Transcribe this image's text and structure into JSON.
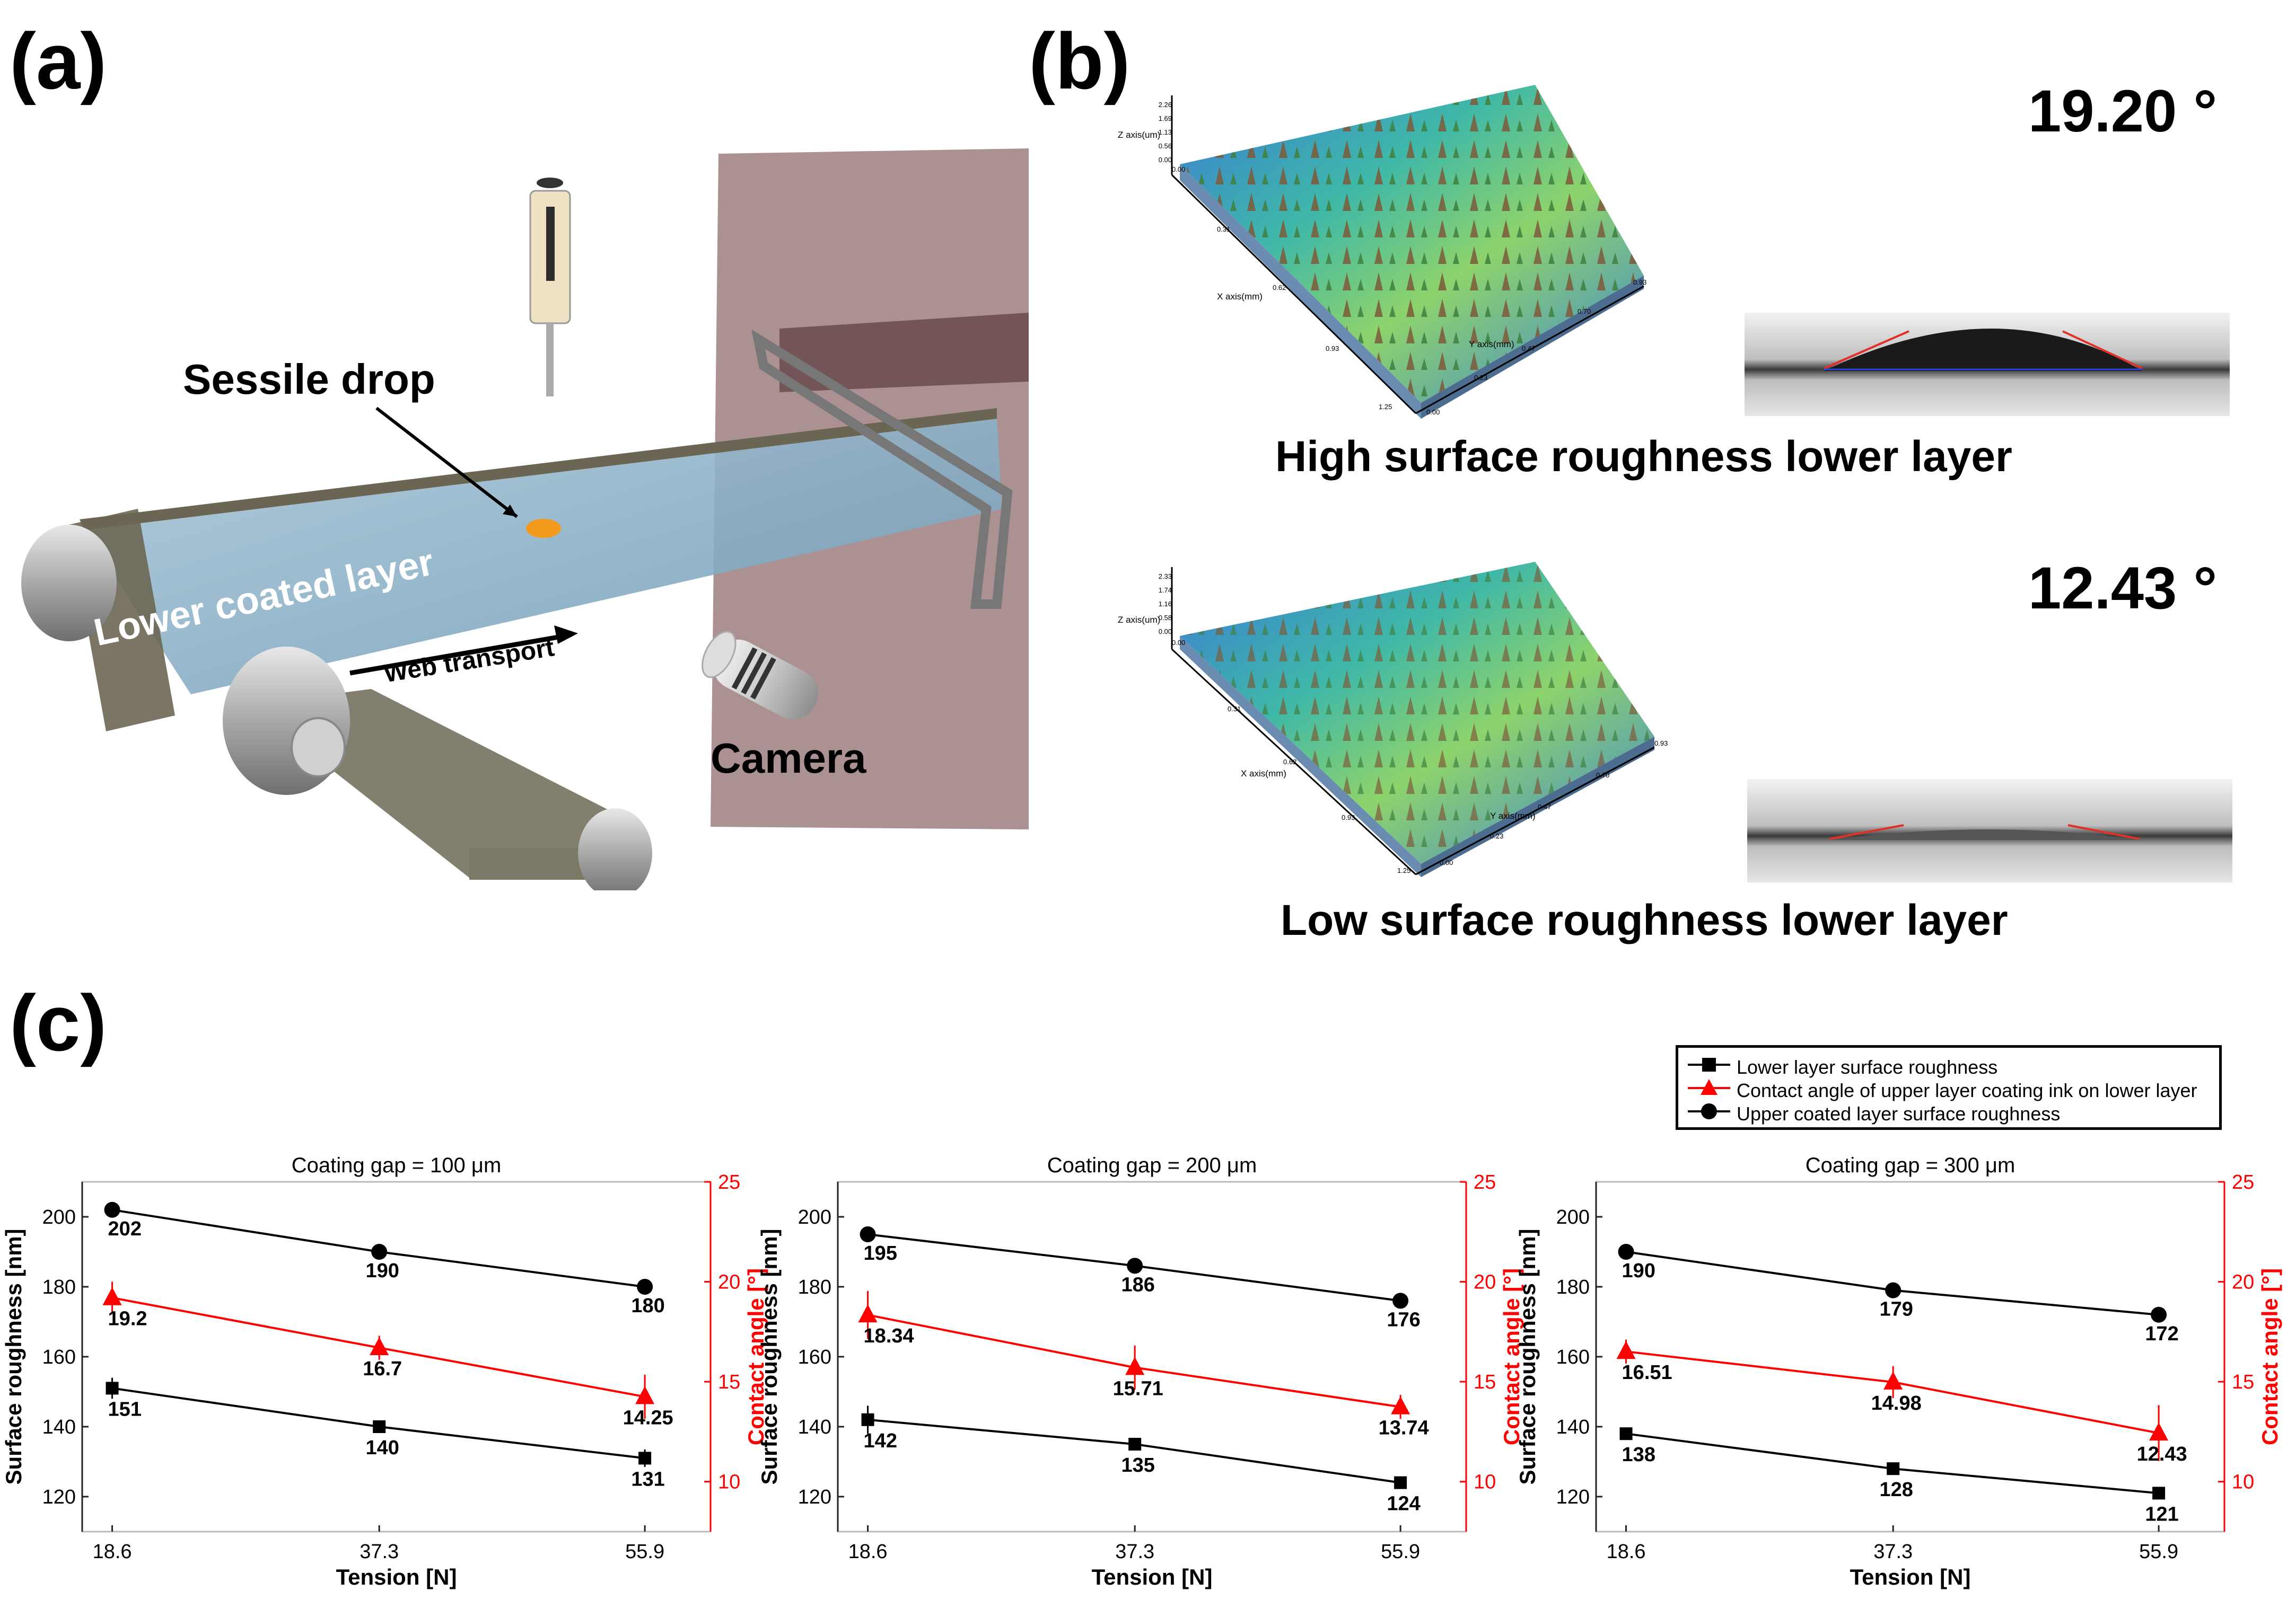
{
  "panel_labels": {
    "a": "(a)",
    "b": "(b)",
    "c": "(c)"
  },
  "panel_a": {
    "sessile_drop": "Sessile drop",
    "lower_coated_layer": "Lower coated layer",
    "web_transport": "Web transport",
    "camera": "Camera"
  },
  "panel_b": {
    "high": {
      "angle": "19.20 °",
      "caption": "High surface roughness lower layer",
      "z_axis_label": "Z axis(um)",
      "x_axis_label": "X axis(mm)",
      "y_axis_label": "Y axis(mm)",
      "z_ticks": [
        "2.26",
        "1.69",
        "1.13",
        "0.56",
        "0.00"
      ],
      "x_ticks": [
        "0.00",
        "0.31",
        "0.62",
        "0.93",
        "1.25"
      ],
      "y_ticks": [
        "0.00",
        "0.23",
        "0.47",
        "0.70",
        "0.93"
      ]
    },
    "low": {
      "angle": "12.43 °",
      "caption": "Low surface roughness lower layer",
      "z_axis_label": "Z axis(um)",
      "x_axis_label": "X axis(mm)",
      "y_axis_label": "Y axis(mm)",
      "z_ticks": [
        "2.33",
        "1.74",
        "1.16",
        "0.58",
        "0.00"
      ],
      "x_ticks": [
        "0.00",
        "0.31",
        "0.62",
        "0.93",
        "1.25"
      ],
      "y_ticks": [
        "0.00",
        "0.23",
        "0.47",
        "0.70",
        "0.93"
      ]
    }
  },
  "legend": {
    "items": [
      {
        "label": "Lower layer surface roughness",
        "marker": "square",
        "color": "#000000"
      },
      {
        "label": "Contact angle of upper layer coating ink on lower layer",
        "marker": "triangle",
        "color": "#ff0000"
      },
      {
        "label": "Upper coated layer surface roughness",
        "marker": "circle",
        "color": "#000000"
      }
    ]
  },
  "chart_data": [
    {
      "type": "line",
      "title": "Coating gap = 100 μm",
      "xlabel": "Tension [N]",
      "ylabel": "Surface roughness [nm]",
      "y2label": "Contact angle [°]",
      "x": [
        18.6,
        37.3,
        55.9
      ],
      "xticks": [
        "18.6",
        "37.3",
        "55.9"
      ],
      "ylim": [
        110,
        210
      ],
      "yticks": [
        120,
        140,
        160,
        180,
        200
      ],
      "y2lim": [
        7.5,
        25
      ],
      "y2ticks": [
        10,
        15,
        20,
        25
      ],
      "series": [
        {
          "name": "Upper coated layer surface roughness",
          "axis": "left",
          "marker": "circle",
          "color": "#000000",
          "values": [
            202,
            190,
            180
          ],
          "labels": [
            "202",
            "190",
            "180"
          ],
          "err": [
            1,
            0.8,
            1
          ]
        },
        {
          "name": "Contact angle of upper layer coating ink on lower layer",
          "axis": "right",
          "marker": "triangle",
          "color": "#ff0000",
          "values": [
            19.2,
            16.7,
            14.25
          ],
          "labels": [
            "19.2",
            "16.7",
            "14.25"
          ],
          "err": [
            0.8,
            0.6,
            1.1
          ]
        },
        {
          "name": "Lower layer surface roughness",
          "axis": "left",
          "marker": "square",
          "color": "#000000",
          "values": [
            151,
            140,
            131
          ],
          "labels": [
            "151",
            "140",
            "131"
          ],
          "err": [
            3,
            1,
            2.5
          ]
        }
      ]
    },
    {
      "type": "line",
      "title": "Coating gap = 200 μm",
      "xlabel": "Tension [N]",
      "ylabel": "Surface roughness [nm]",
      "y2label": "Contact angle [°]",
      "x": [
        18.6,
        37.3,
        55.9
      ],
      "xticks": [
        "18.6",
        "37.3",
        "55.9"
      ],
      "ylim": [
        110,
        210
      ],
      "yticks": [
        120,
        140,
        160,
        180,
        200
      ],
      "y2lim": [
        7.5,
        25
      ],
      "y2ticks": [
        10,
        15,
        20,
        25
      ],
      "series": [
        {
          "name": "Upper coated layer surface roughness",
          "axis": "left",
          "marker": "circle",
          "color": "#000000",
          "values": [
            195,
            186,
            176
          ],
          "labels": [
            "195",
            "186",
            "176"
          ],
          "err": [
            0.8,
            0.8,
            1.5
          ]
        },
        {
          "name": "Contact angle of upper layer coating ink on lower layer",
          "axis": "right",
          "marker": "triangle",
          "color": "#ff0000",
          "values": [
            18.34,
            15.71,
            13.74
          ],
          "labels": [
            "18.34",
            "15.71",
            "13.74"
          ],
          "err": [
            1.2,
            1.1,
            0.6
          ]
        },
        {
          "name": "Lower layer surface roughness",
          "axis": "left",
          "marker": "square",
          "color": "#000000",
          "values": [
            142,
            135,
            124
          ],
          "labels": [
            "142",
            "135",
            "124"
          ],
          "err": [
            4,
            1,
            0.8
          ]
        }
      ]
    },
    {
      "type": "line",
      "title": "Coating gap = 300 μm",
      "xlabel": "Tension [N]",
      "ylabel": "Surface roughness [nm]",
      "y2label": "Contact angle [°]",
      "x": [
        18.6,
        37.3,
        55.9
      ],
      "xticks": [
        "18.6",
        "37.3",
        "55.9"
      ],
      "ylim": [
        110,
        210
      ],
      "yticks": [
        120,
        140,
        160,
        180,
        200
      ],
      "y2lim": [
        7.5,
        25
      ],
      "y2ticks": [
        10,
        15,
        20,
        25
      ],
      "series": [
        {
          "name": "Upper coated layer surface roughness",
          "axis": "left",
          "marker": "circle",
          "color": "#000000",
          "values": [
            190,
            179,
            172
          ],
          "labels": [
            "190",
            "179",
            "172"
          ],
          "err": [
            0.8,
            0.8,
            0.8
          ]
        },
        {
          "name": "Contact angle of upper layer coating ink on lower layer",
          "axis": "right",
          "marker": "triangle",
          "color": "#ff0000",
          "values": [
            16.51,
            14.98,
            12.43
          ],
          "labels": [
            "16.51",
            "14.98",
            "12.43"
          ],
          "err": [
            0.6,
            0.8,
            1.4
          ]
        },
        {
          "name": "Lower layer surface roughness",
          "axis": "left",
          "marker": "square",
          "color": "#000000",
          "values": [
            138,
            128,
            121
          ],
          "labels": [
            "138",
            "128",
            "121"
          ],
          "err": [
            1,
            1,
            1.5
          ]
        }
      ]
    }
  ]
}
